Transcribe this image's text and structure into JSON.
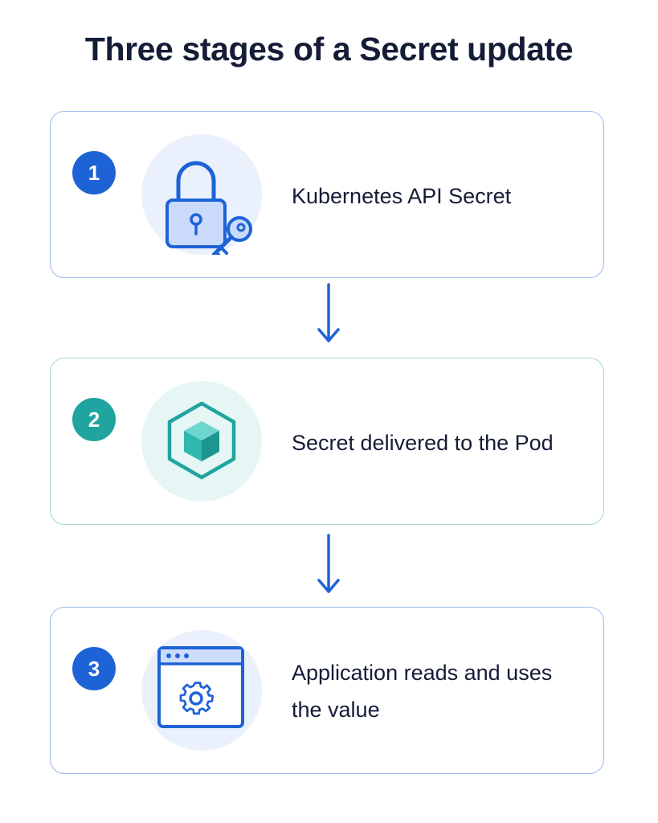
{
  "title": "Three stages of a Secret update",
  "colors": {
    "blue_accent": "#1e63d6",
    "teal_accent": "#20a49f",
    "card_border_blue": "#9db8ee",
    "card_border_teal": "#9fd7d6",
    "text": "#141c36"
  },
  "stages": [
    {
      "number": "1",
      "label": "Kubernetes API Secret",
      "icon": "lock-key-icon",
      "accent": "blue"
    },
    {
      "number": "2",
      "label": "Secret delivered to the Pod",
      "icon": "cube-hexagon-icon",
      "accent": "teal"
    },
    {
      "number": "3",
      "label": "Application reads and uses the value",
      "icon": "app-window-gear-icon",
      "accent": "blue"
    }
  ],
  "connectors": [
    "arrow-down-icon",
    "arrow-down-icon"
  ]
}
